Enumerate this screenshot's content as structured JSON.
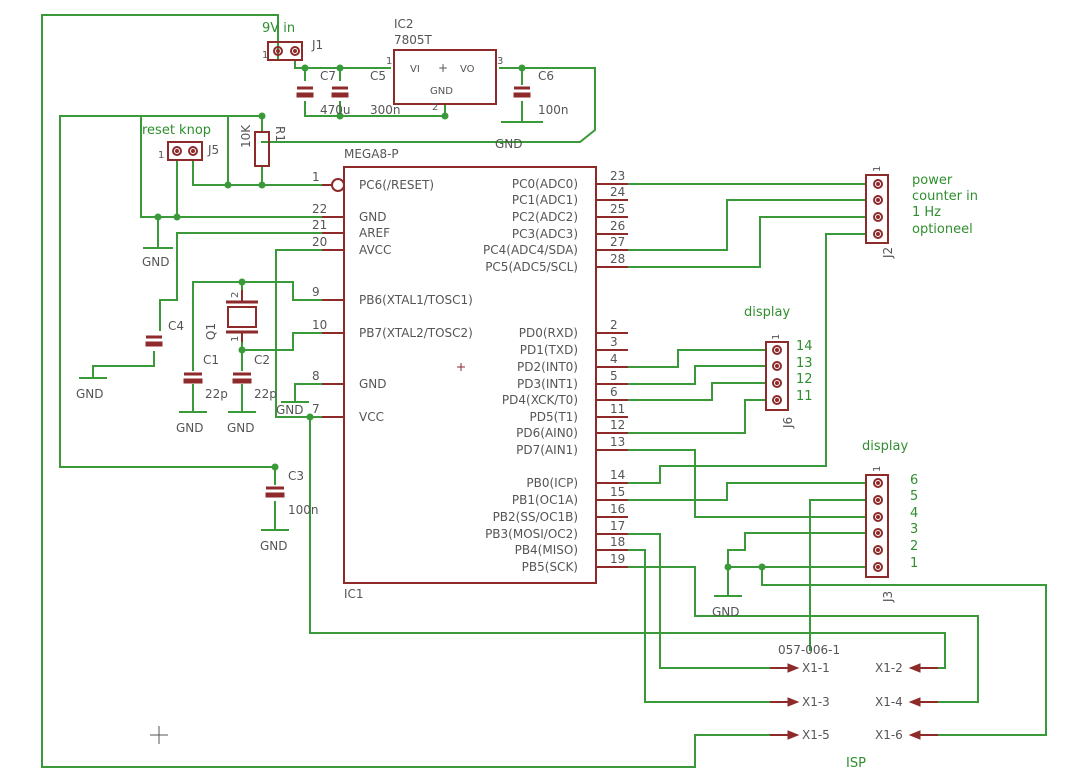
{
  "power": {
    "j1_label": "9V in",
    "j1_ref": "J1",
    "ic2_ref": "IC2",
    "ic2_value": "7805T",
    "ic2_vi": "VI",
    "ic2_vo": "VO",
    "ic2_gnd": "GND",
    "ic2_pin1": "1",
    "ic2_pin2": "2",
    "ic2_pin3": "3",
    "c7": "C7",
    "c7_val": "470u",
    "c5": "C5",
    "c5_val": "300n",
    "c6": "C6",
    "c6_val": "100n",
    "gnd": "GND"
  },
  "reset": {
    "label": "reset knop",
    "j5": "J5",
    "r1": "R1",
    "r1_val": "10K"
  },
  "mcu": {
    "name": "MEGA8-P",
    "ref": "IC1",
    "left_pins": [
      {
        "num": "1",
        "name": "PC6(/RESET)"
      },
      {
        "num": "22",
        "name": "GND"
      },
      {
        "num": "21",
        "name": "AREF"
      },
      {
        "num": "20",
        "name": "AVCC"
      },
      {
        "num": "9",
        "name": "PB6(XTAL1/TOSC1)"
      },
      {
        "num": "10",
        "name": "PB7(XTAL2/TOSC2)"
      },
      {
        "num": "8",
        "name": "GND"
      },
      {
        "num": "7",
        "name": "VCC"
      }
    ],
    "right_pins": [
      {
        "num": "23",
        "name": "PC0(ADC0)"
      },
      {
        "num": "24",
        "name": "PC1(ADC1)"
      },
      {
        "num": "25",
        "name": "PC2(ADC2)"
      },
      {
        "num": "26",
        "name": "PC3(ADC3)"
      },
      {
        "num": "27",
        "name": "PC4(ADC4/SDA)"
      },
      {
        "num": "28",
        "name": "PC5(ADC5/SCL)"
      },
      {
        "num": "2",
        "name": "PD0(RXD)"
      },
      {
        "num": "3",
        "name": "PD1(TXD)"
      },
      {
        "num": "4",
        "name": "PD2(INT0)"
      },
      {
        "num": "5",
        "name": "PD3(INT1)"
      },
      {
        "num": "6",
        "name": "PD4(XCK/T0)"
      },
      {
        "num": "11",
        "name": "PD5(T1)"
      },
      {
        "num": "12",
        "name": "PD6(AIN0)"
      },
      {
        "num": "13",
        "name": "PD7(AIN1)"
      },
      {
        "num": "14",
        "name": "PB0(ICP)"
      },
      {
        "num": "15",
        "name": "PB1(OC1A)"
      },
      {
        "num": "16",
        "name": "PB2(SS/OC1B)"
      },
      {
        "num": "17",
        "name": "PB3(MOSI/OC2)"
      },
      {
        "num": "18",
        "name": "PB4(MISO)"
      },
      {
        "num": "19",
        "name": "PB5(SCK)"
      }
    ]
  },
  "clock": {
    "q1": "Q1",
    "c1": "C1",
    "c2": "C2",
    "c1_val": "22p",
    "c2_val": "22p",
    "c4": "C4",
    "c3": "C3",
    "c3_val": "100n",
    "pin1": "1",
    "pin2": "2"
  },
  "j2": {
    "ref": "J2",
    "pin1": "1",
    "labels": [
      "power",
      "counter in",
      "1  Hz",
      "optioneel"
    ]
  },
  "j6": {
    "ref": "J6",
    "pin1": "1",
    "title": "display",
    "labels": [
      "14",
      "13",
      "12",
      "11"
    ]
  },
  "j3": {
    "ref": "J3",
    "pin1": "1",
    "title": "display",
    "labels": [
      "6",
      "5",
      "4",
      "3",
      "2",
      "1"
    ]
  },
  "isp": {
    "ref": "057-006-1",
    "title": "ISP",
    "pins": [
      "X1-1",
      "X1-2",
      "X1-3",
      "X1-4",
      "X1-5",
      "X1-6"
    ]
  }
}
